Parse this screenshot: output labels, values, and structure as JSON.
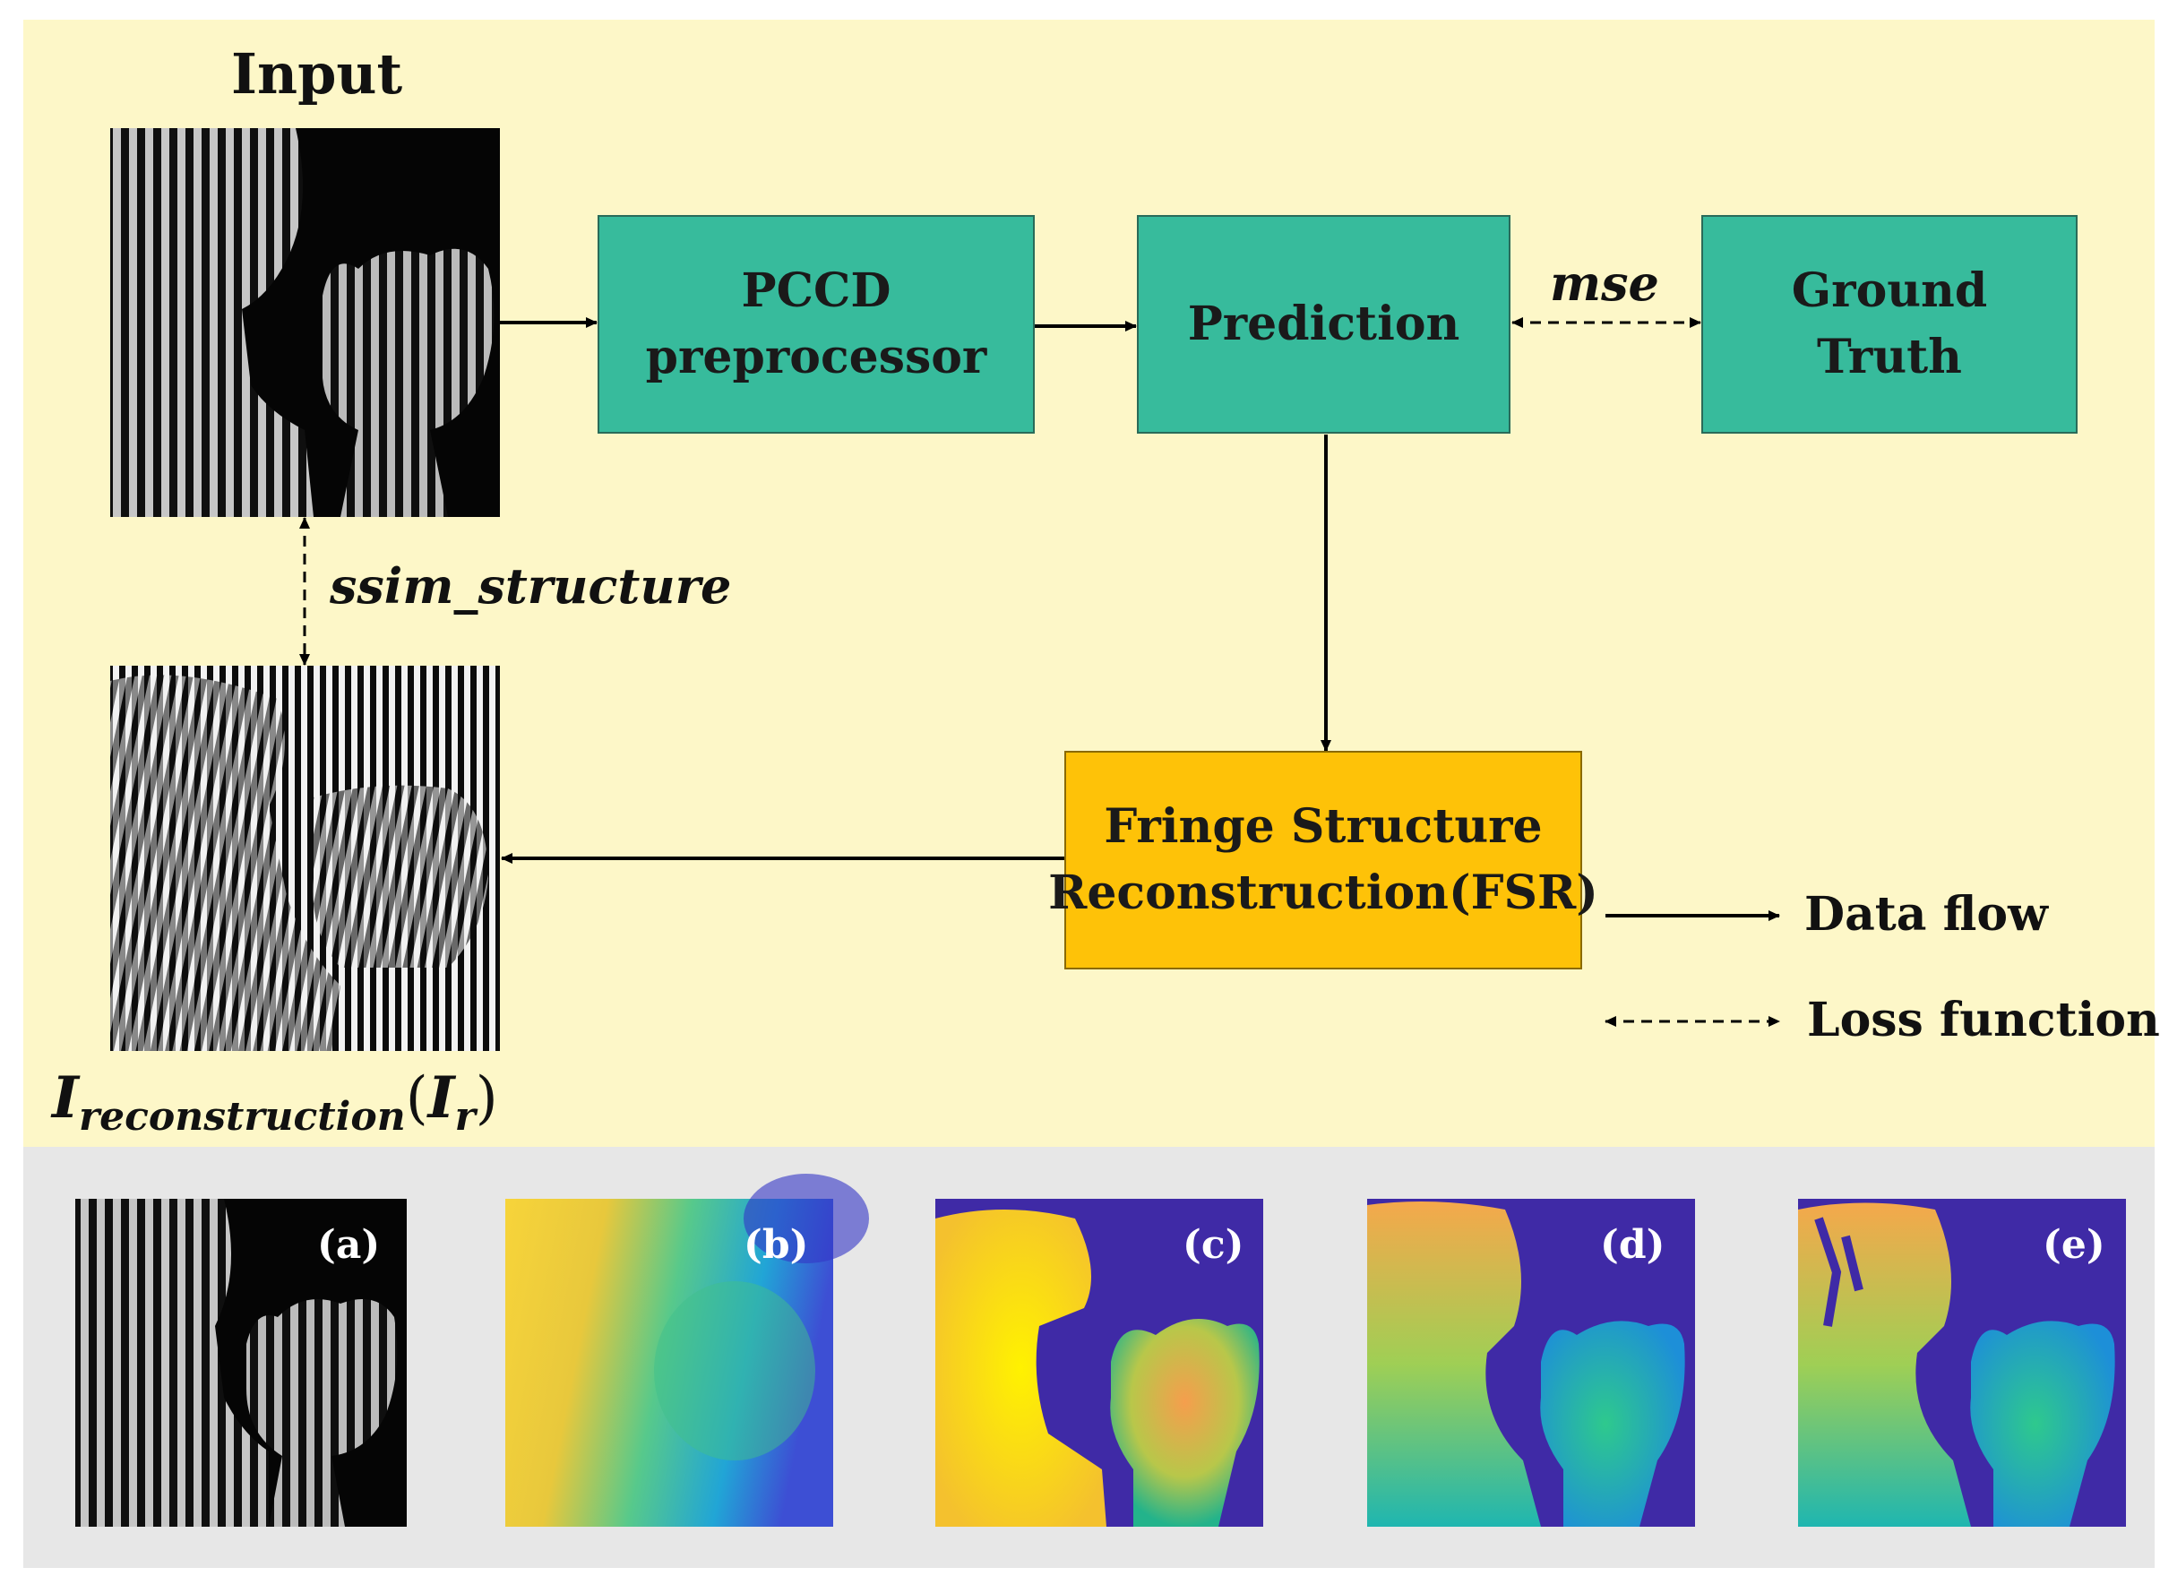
{
  "input_title": "Input",
  "boxes": {
    "pccd": [
      "PCCD",
      "preprocessor"
    ],
    "prediction": "Prediction",
    "ground_truth": [
      "Ground",
      "Truth"
    ],
    "fsr": [
      "Fringe Structure",
      "Reconstruction(FSR)"
    ]
  },
  "loss_labels": {
    "mse": "mse",
    "ssim": "ssim_structure"
  },
  "reconstruction_label": {
    "main": "I",
    "sub": "reconstruction",
    "paren_open": "(",
    "inner": "I",
    "inner_sub": "r",
    "paren_close": ")"
  },
  "legend": {
    "data_flow": "Data flow",
    "loss_function": "Loss function"
  },
  "panels": [
    "(a)",
    "(b)",
    "(c)",
    "(d)",
    "(e)"
  ],
  "colors": {
    "top_background": "#fdf7c8",
    "bottom_background": "#e7e7e7",
    "teal_box": "#37bb9c",
    "orange_box": "#fec208",
    "depth_background": "#3f2aa6"
  }
}
